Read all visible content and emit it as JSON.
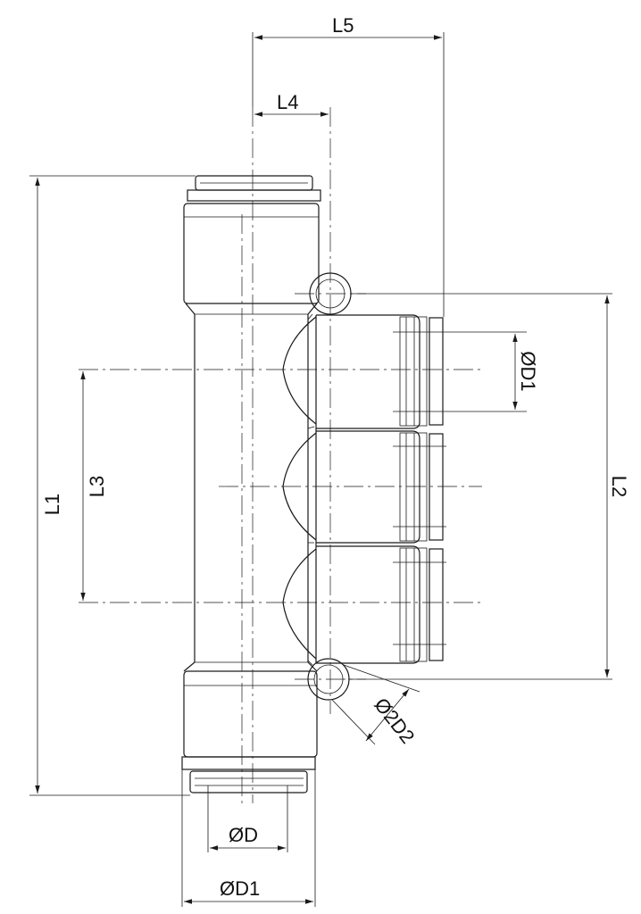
{
  "dimensions": {
    "l1": "L1",
    "l2": "L2",
    "l3": "L3",
    "l4": "L4",
    "l5": "L5",
    "d": "ØD",
    "d1_bottom": "ØD1",
    "d1_side": "ØD1",
    "d2": "Ø2D2"
  }
}
